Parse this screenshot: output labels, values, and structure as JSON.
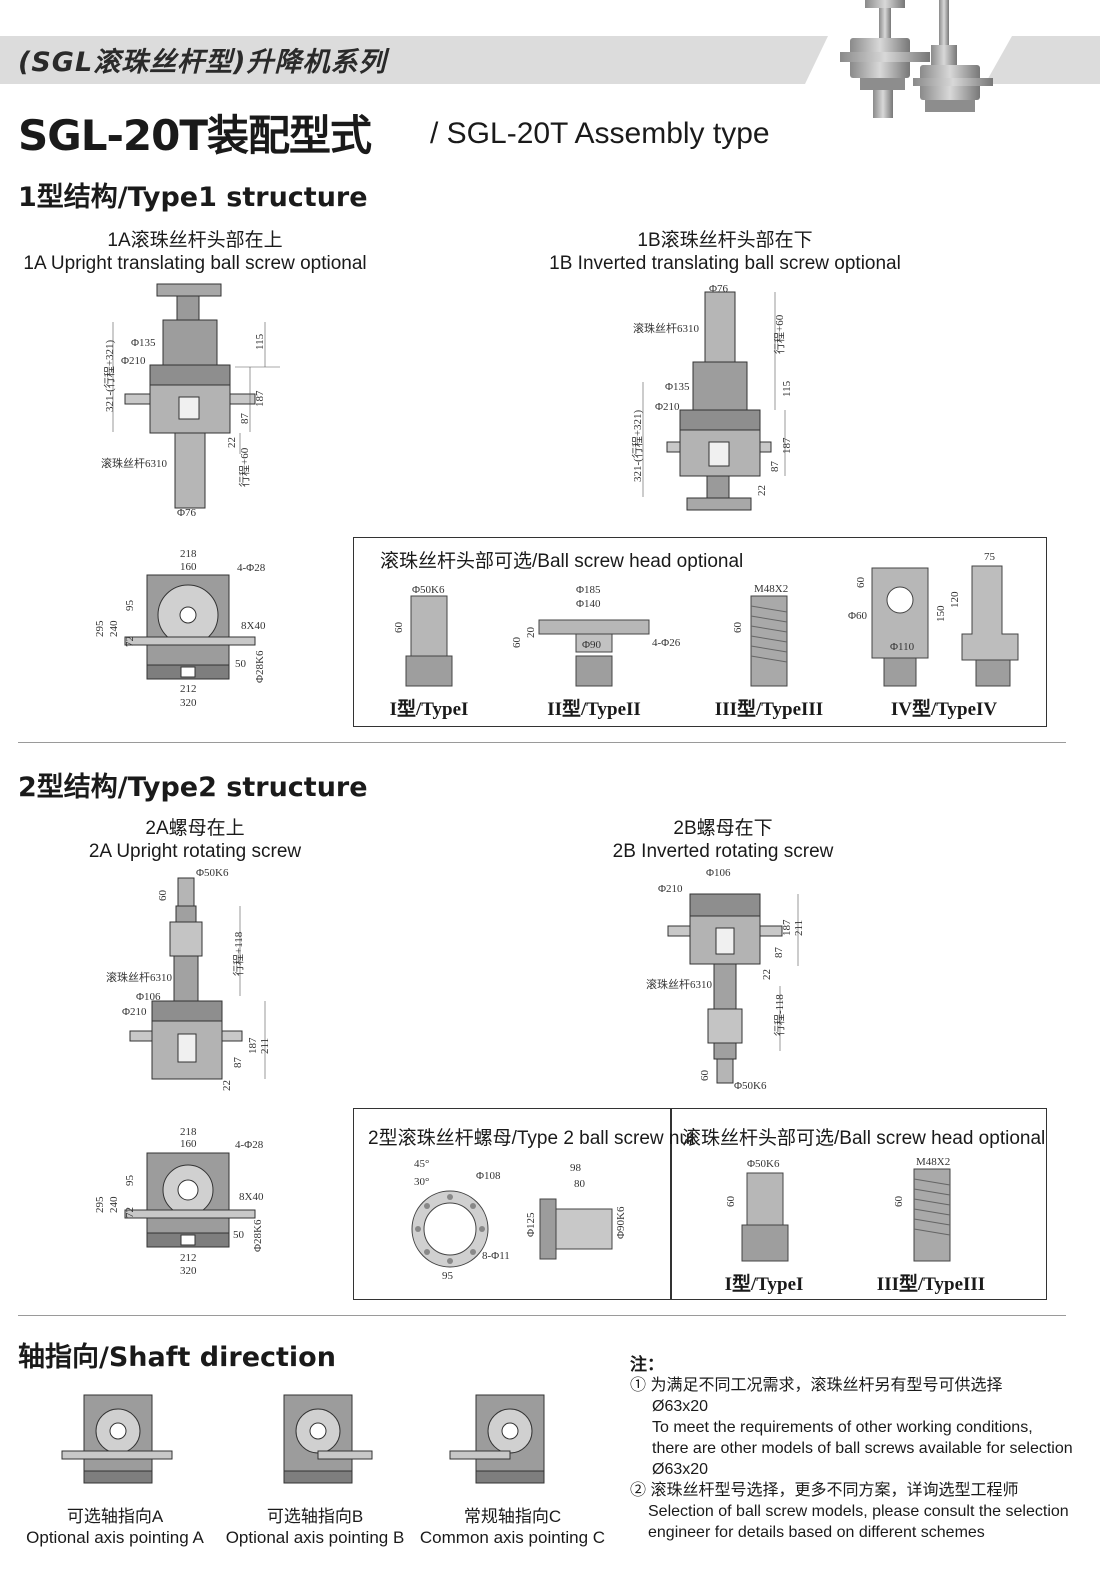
{
  "header": {
    "series": "(SGL滚珠丝杆型)升降机系列",
    "title_cn": "SGL-20T装配型式",
    "title_en": "/ SGL-20T Assembly type"
  },
  "type1": {
    "heading": "1型结构/Type1 structure",
    "a": {
      "cn": "1A滚珠丝杆头部在上",
      "en": "1A Upright translating ball screw optional",
      "dims": {
        "d135": "Φ135",
        "d210": "Φ210",
        "d76": "Φ76",
        "total": "321-(行程+321)",
        "h115": "115",
        "h187": "187",
        "h87": "87",
        "h22": "22",
        "stroke": "行程+60",
        "screw": "滚珠丝杆6310"
      }
    },
    "b": {
      "cn": "1B滚珠丝杆头部在下",
      "en": "1B Inverted translating ball screw optional",
      "dims": {
        "d76": "Φ76",
        "screw": "滚珠丝杆6310",
        "stroke": "行程+60",
        "d135": "Φ135",
        "d210": "Φ210",
        "h115": "115",
        "total": "321-(行程+321)",
        "h187": "187",
        "h87": "87",
        "h22": "22"
      }
    },
    "plan": {
      "w218": "218",
      "w160": "160",
      "holes": "4-Φ28",
      "h295": "295",
      "h240": "240",
      "h95": "95",
      "h72": "72",
      "key": "8X40",
      "w50": "50",
      "shaft": "Φ28K6",
      "w212": "212",
      "w320": "320"
    },
    "heads": {
      "title": "滚珠丝杆头部可选/Ball screw head optional",
      "t1": {
        "label": "I型/TypeI",
        "d": "Φ50K6",
        "h": "60"
      },
      "t2": {
        "label": "II型/TypeII",
        "d1": "Φ185",
        "d2": "Φ140",
        "d3": "Φ90",
        "holes": "4-Φ26",
        "h1": "60",
        "h2": "20"
      },
      "t3": {
        "label": "III型/TypeIII",
        "thread": "M48X2",
        "h": "60"
      },
      "t4": {
        "label": "IV型/TypeIV",
        "w": "75",
        "h1": "60",
        "hole": "Φ60",
        "h2": "150",
        "h3": "120",
        "d": "Φ110"
      }
    }
  },
  "type2": {
    "heading": "2型结构/Type2 structure",
    "a": {
      "cn": "2A螺母在上",
      "en": "2A Upright rotating screw",
      "dims": {
        "d50": "Φ50K6",
        "h60": "60",
        "stroke": "行程+118",
        "screw": "滚珠丝杆6310",
        "d106": "Φ106",
        "d210": "Φ210",
        "h211": "211",
        "h187": "187",
        "h87": "87",
        "h22": "22"
      }
    },
    "b": {
      "cn": "2B螺母在下",
      "en": "2B Inverted rotating screw",
      "dims": {
        "d106": "Φ106",
        "d210": "Φ210",
        "h187": "187",
        "h211": "211",
        "h87": "87",
        "h22": "22",
        "screw": "滚珠丝杆6310",
        "stroke": "行程-118",
        "h60": "60",
        "d50": "Φ50K6"
      }
    },
    "plan": {
      "w218": "218",
      "w160": "160",
      "holes": "4-Φ28",
      "h295": "295",
      "h240": "240",
      "h95": "95",
      "h72": "72",
      "key": "8X40",
      "w50": "50",
      "shaft": "Φ28K6",
      "w212": "212",
      "w320": "320"
    },
    "nut": {
      "title": "2型滚珠丝杆螺母/Type 2 ball screw nut",
      "a45": "45°",
      "a30": "30°",
      "d108": "Φ108",
      "holes": "8-Φ11",
      "w95": "95",
      "l98": "98",
      "l80": "80",
      "d125": "Φ125",
      "d90": "Φ90K6"
    },
    "heads": {
      "title": "滚珠丝杆头部可选/Ball screw head optional",
      "t1": {
        "label": "I型/TypeI",
        "d": "Φ50K6",
        "h": "60"
      },
      "t3": {
        "label": "III型/TypeIII",
        "thread": "M48X2",
        "h": "60"
      }
    }
  },
  "shaft": {
    "heading": "轴指向/Shaft direction",
    "items": [
      {
        "cn": "可选轴指向A",
        "en": "Optional axis pointing A"
      },
      {
        "cn": "可选轴指向B",
        "en": "Optional axis pointing B"
      },
      {
        "cn": "常规轴指向C",
        "en": "Common axis pointing C"
      }
    ]
  },
  "notes": {
    "title": "注：",
    "n1_cn": "① 为满足不同工况需求，滚珠丝杆另有型号可供选择",
    "n1_val": "Ø63x20",
    "n1_en1": "To meet the requirements of other working conditions,",
    "n1_en2": "there are other models of ball screws available for selection",
    "n1_val2": "Ø63x20",
    "n2_cn": "② 滚珠丝杆型号选择，更多不同方案，详询选型工程师",
    "n2_en1": "Selection of ball screw models, please consult the selection",
    "n2_en2": "engineer for details based on different schemes"
  }
}
